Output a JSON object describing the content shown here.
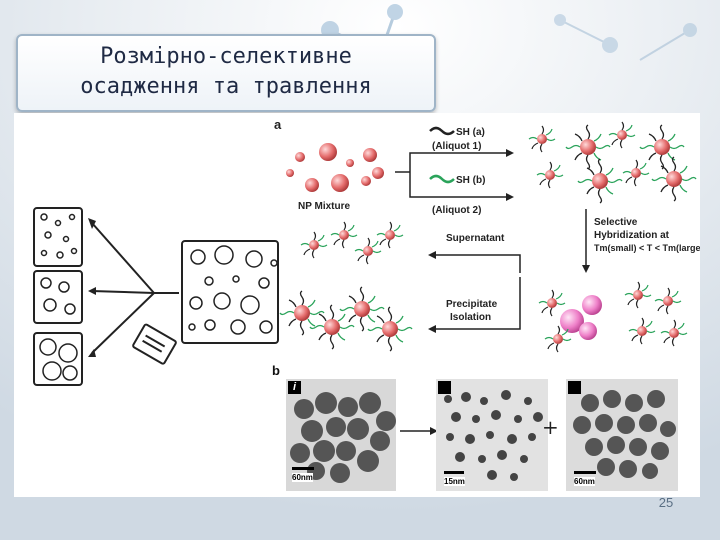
{
  "slide": {
    "title_line1": "Розмірно-селективне",
    "title_line2": "осадження та травлення",
    "page_number": "25"
  },
  "figure_a": {
    "panel_label": "a",
    "reagent_a": "SH (a)",
    "aliquot_1": "(Aliquot 1)",
    "reagent_b": "SH (b)",
    "aliquot_2": "(Aliquot 2)",
    "mixture_label": "NP Mixture",
    "selective_line1": "Selective",
    "selective_line2": "Hybridization at",
    "selective_line3": "Tm(small) < T < Tm(large)",
    "supernatant": "Supernatant",
    "precipitate_line1": "Precipitate",
    "precipitate_line2": "Isolation"
  },
  "figure_b": {
    "panel_label": "b",
    "image_marker": "i",
    "scale_1": "60nm",
    "scale_2": "15nm",
    "scale_3": "60nm",
    "plus_sign": "+"
  }
}
